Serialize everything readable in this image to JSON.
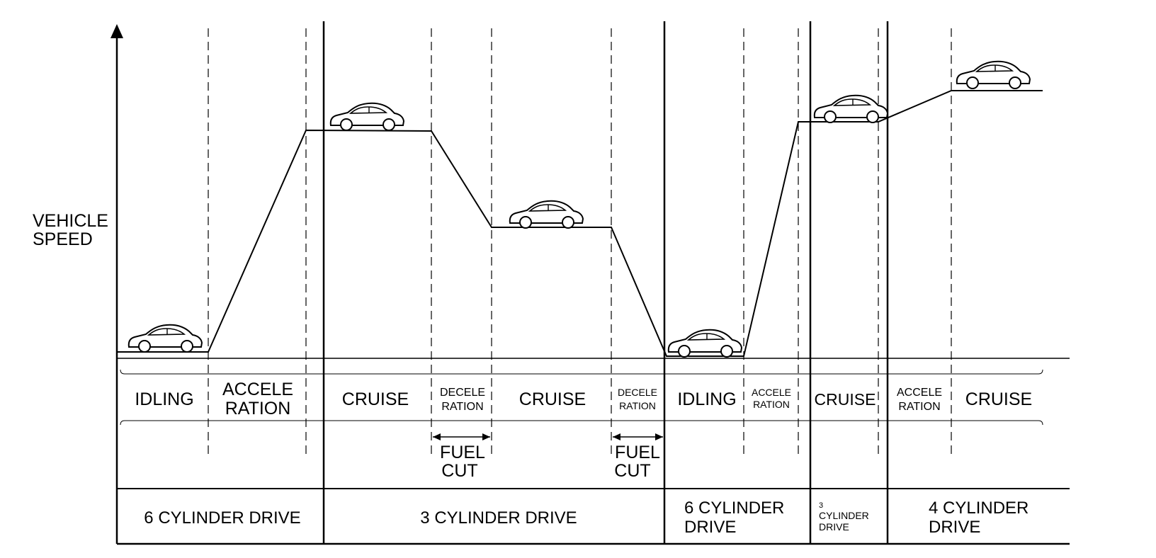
{
  "y_axis_label_line1": "VEHICLE",
  "y_axis_label_line2": "SPEED",
  "phases": {
    "idling_1": "IDLING",
    "accel_1_line1": "ACCELE",
    "accel_1_line2": "RATION",
    "cruise_1": "CRUISE",
    "decel_1_line1": "DECELE",
    "decel_1_line2": "RATION",
    "cruise_2": "CRUISE",
    "decel_2_line1": "DECELE",
    "decel_2_line2": "RATION",
    "idling_2": "IDLING",
    "accel_2_line1": "ACCELE",
    "accel_2_line2": "RATION",
    "cruise_3": "CRUISE",
    "accel_3_line1": "ACCELE",
    "accel_3_line2": "RATION",
    "cruise_4": "CRUISE"
  },
  "fuel_cut": {
    "line1": "FUEL",
    "line2": "CUT"
  },
  "cylinder_modes": {
    "mode_1": "6 CYLINDER DRIVE",
    "mode_2": "3 CYLINDER DRIVE",
    "mode_3_line1": "6 CYLINDER",
    "mode_3_line2": "DRIVE",
    "mode_4_line1": "3",
    "mode_4_line2": "CYLINDER",
    "mode_4_line3": "DRIVE",
    "mode_5_line1": "4 CYLINDER",
    "mode_5_line2": "DRIVE"
  },
  "icons": {
    "car": "car-icon",
    "arrow": "double-arrow-icon"
  },
  "colors": {
    "line": "#000000",
    "background": "#ffffff"
  }
}
